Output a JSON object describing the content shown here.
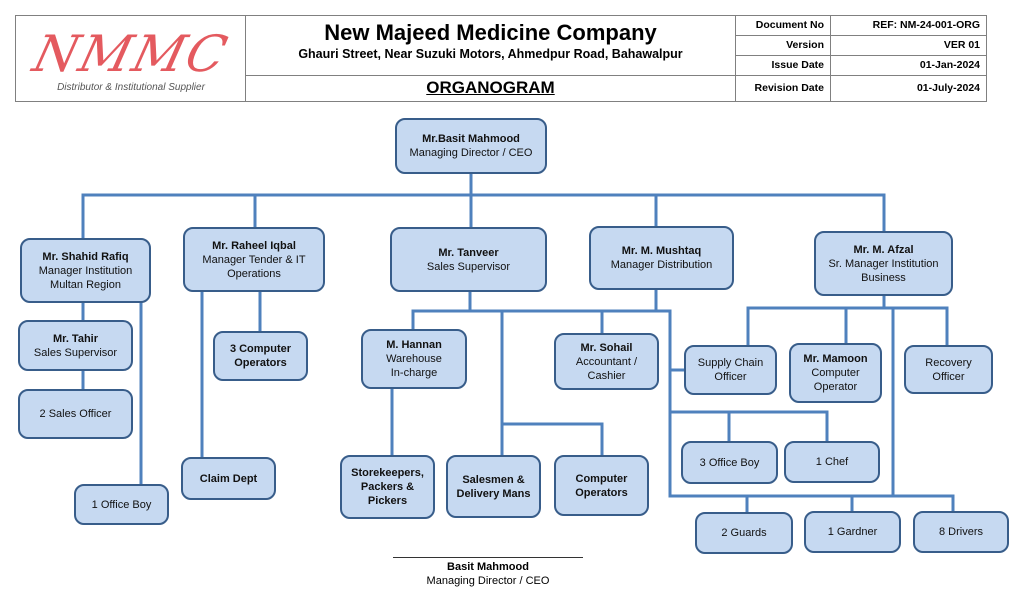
{
  "header": {
    "logo": {
      "text": "NMMC",
      "tagline": "Distributor & Institutional Supplier"
    },
    "company_name": "New Majeed Medicine Company",
    "address": "Ghauri Street, Near Suzuki Motors, Ahmedpur Road, Bahawalpur",
    "document_title": "ORGANOGRAM",
    "meta": [
      {
        "label": "Document No",
        "value": "REF: NM-24-001-ORG"
      },
      {
        "label": "Version",
        "value": "VER 01"
      },
      {
        "label": "Issue Date",
        "value": "01-Jan-2024"
      },
      {
        "label": "Revision Date",
        "value": "01-July-2024"
      }
    ]
  },
  "colors": {
    "node_fill": "#c6d9f1",
    "node_border": "#385d8a",
    "connector": "#4f81bd",
    "logo": "#e45a5f"
  },
  "org": {
    "ceo": {
      "name": "Mr.Basit Mahmood",
      "role": "Managing Director / CEO"
    },
    "shahid": {
      "name": "Mr. Shahid Rafiq",
      "role_line1": "Manager Institution",
      "role_line2": "Multan Region"
    },
    "raheel": {
      "name": "Mr. Raheel Iqbal",
      "role_line1": "Manager Tender & IT",
      "role_line2": "Operations"
    },
    "tanveer": {
      "name": "Mr. Tanveer",
      "role": "Sales Supervisor"
    },
    "mushtaq": {
      "name": "Mr. M. Mushtaq",
      "role": "Manager Distribution"
    },
    "afzal": {
      "name": "Mr. M. Afzal",
      "role_line1": "Sr. Manager Institution",
      "role_line2": "Business"
    },
    "tahir": {
      "name": "Mr. Tahir",
      "role": "Sales Supervisor"
    },
    "sales_officer": {
      "label": "2 Sales Officer"
    },
    "office_boy_1": {
      "label": "1 Office Boy"
    },
    "computer_ops_3": {
      "line1": "3 Computer",
      "line2": "Operators"
    },
    "claim_dept": {
      "label": "Claim Dept"
    },
    "hannan": {
      "name": "M. Hannan",
      "role_line1": "Warehouse",
      "role_line2": "In-charge"
    },
    "storekeepers": {
      "line1": "Storekeepers,",
      "line2": "Packers &",
      "line3": "Pickers"
    },
    "salesmen": {
      "line1": "Salesmen &",
      "line2": "Delivery Mans"
    },
    "computer_ops": {
      "line1": "Computer",
      "line2": "Operators"
    },
    "sohail": {
      "name": "Mr.  Sohail",
      "role_line1": "Accountant /",
      "role_line2": "Cashier"
    },
    "supply_chain": {
      "line1": "Supply Chain",
      "line2": "Officer"
    },
    "mamoon": {
      "name": "Mr. Mamoon",
      "role_line1": "Computer",
      "role_line2": "Operator"
    },
    "recovery": {
      "line1": "Recovery",
      "line2": "Officer"
    },
    "office_boy_3": {
      "label": "3 Office Boy"
    },
    "chef": {
      "label": "1 Chef"
    },
    "guards": {
      "label": "2 Guards"
    },
    "gardner": {
      "label": "1 Gardner"
    },
    "drivers": {
      "label": "8 Drivers"
    }
  },
  "signature": {
    "name": "Basit Mahmood",
    "role": "Managing Director / CEO"
  }
}
